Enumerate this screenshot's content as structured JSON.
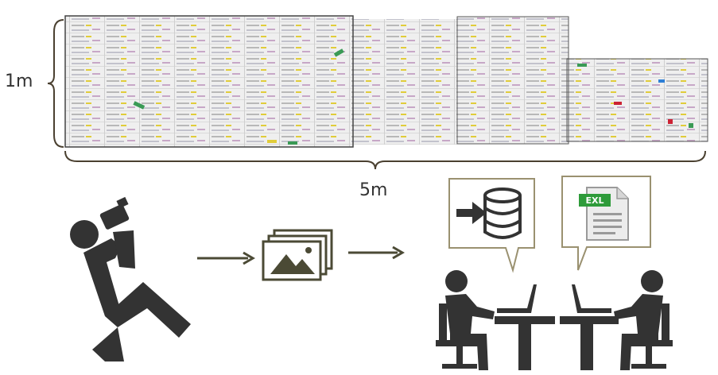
{
  "dimensions": {
    "height_label": "1m",
    "width_label": "5m"
  },
  "file_badge": {
    "label": "EXL"
  },
  "colors": {
    "brace": "#4a4030",
    "icon_dark": "#333333",
    "olive": "#4b4a35",
    "bubble_border": "#9a9170",
    "badge_green": "#2e9b3a",
    "whiteboard": "#f1f1f1"
  },
  "icons": [
    "photographer-icon",
    "photo-gallery-icon",
    "arrow-right-icon",
    "database-import-icon",
    "spreadsheet-file-icon",
    "person-at-laptop-icon"
  ]
}
